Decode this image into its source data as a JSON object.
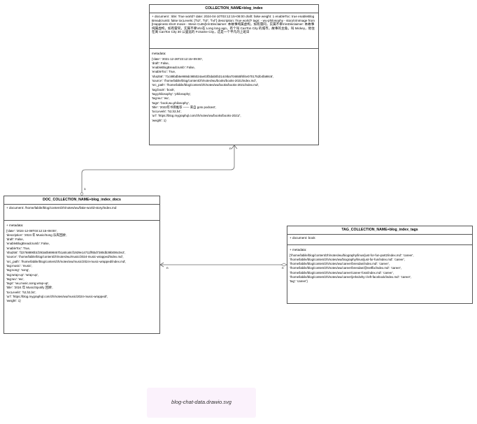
{
  "boxes": {
    "collection": {
      "title": "COLLECTION_NAME+blog_index",
      "document": "+ document : title: True world? date: 2024-04-10T03:12:15+08:00 draft: false weight: 1 enableToc: true enableBlogBreadcrumb: false tocLevels: [\"h2\", \"h3\", \"h4\"] description: True world? tags: - wu-philosophy - story\\n\\nImage from [Happiness short movie - Steve Cutts]\\n\\nDisclaimer: 本故事纯属虚构，如有雷同，实属不幸\\n\\nDisclaimer: 本故事纯属虚构，如有雷同，实属不幸\\n\\n在 Long long ago，有个叫 CanTon City 的城市，故事的主角，叫 Mickey，他住在离 CanTon City 30 公里远的 FcSame City，这是一个平凡的上班日",
      "metadata_label": "metadata:",
      "metadata": [
        "{'date': '2021-12-26T23:12:15+09:00',",
        "'draft': False,",
        "'enableBlogBreadcrumb': False,",
        "'enableToc': True,",
        "'sha256': '71c89bdb6e969dc985024ae03f3dab0b314c9ba704655f6f4e0701752b4fa98c6',",
        "'source': '/home/labile/blog/content/zh/notes/wu/books/books-2021/index.md',",
        "'src_path': '/home/labile/blog/content/zh/notes/wu/books/books-2021/index.md',",
        "'tag:book': 'book',",
        "'tag:philosophy': 'philosophy',",
        "'tag:wu': 'wu',",
        "'tags': 'book,wu,philosophy',",
        "'title': '2022年书目推荐 —— 来自 goto podcast',",
        "'tocLevels': 'h2,h3,h4',",
        "'url': 'https://blog.mygraphql.com/zh/notes/wu/books/books-2021/',",
        "'weight': 1}"
      ]
    },
    "docs": {
      "title": "DOC_COLLECTION_NAME+blog_index_docs",
      "document": "+ document: /home/labile/blog/content/zh/notes/wu/fake-world-story/index.md",
      "metadata_label": "+ metadata:",
      "metadata": [
        "{'date': '2024-12-08T03:12:15+08:00',",
        "'description': '2024 年 Music/Song 乐库回顾',",
        "'draft': False,",
        "'enableBlogBreadcrumb': False,",
        "'enableToc': True,",
        "'sha256': 'f22768890b1f293a0b698467b1a0ca0cf1929e14711ff6bd7380db39b006c0e2',",
        "'source': '/home/labile/blog/content/zh/notes/wu/music/2024-music-wrapped/index.md',",
        "'src_path': '/home/labile/blog/content/zh/notes/wu/music/2024-music-wrapped/index.md',",
        "'tag:music': 'music',",
        "'tag:song': 'song',",
        "'tag:wrap-up': 'wrap-up',",
        "'tag:wu': 'wu',",
        "'tags': 'wu,music,song,wrap-up',",
        "'title': '2024 年 Music/Spotify 回顾',",
        "'tocLevels': 'h2,h3,h4',",
        "'url': 'https://blog.mygraphql.com/zh/notes/wu/music/2024-music-wrapped/',",
        "'weight': 1}"
      ]
    },
    "tags": {
      "title": "TAG_COLLECTION_NAME+blog_index_tags",
      "document": "+ document: book",
      "metadata_label": "+ metadata:",
      "metadata": [
        "['/home/labile/blog/content/zh/notes/wu/biography/linus/just-for-fun-part2/index.md': 'career',",
        "'/home/labile/blog/content/zh/notes/wu/biography/linus/just-for-fun/index.md': 'career',",
        "'/home/labile/blog/content/zh/notes/wu/career/brendan/index.md': 'career',",
        "'/home/labile/blog/content/zh/notes/wu/career/brendan/@netflix/index.md': 'career',",
        "'/home/labile/blog/content/zh/notes/wu/career/career-foss/index.md': 'career',",
        "'/home/labile/blog/content/zh/notes/wu/career/jerks/why-i-left-facebook/index.md': 'career',",
        "'tag': 'career'}"
      ]
    }
  },
  "multiplicities": {
    "collection_end": "n",
    "docs_top_end": "1",
    "docs_right_end": "n",
    "tags_left_end": "n"
  },
  "caption": "blog-chat-data.drawio.svg",
  "colors": {
    "border": "#555555",
    "caption_bg": "#fbf2fc"
  }
}
